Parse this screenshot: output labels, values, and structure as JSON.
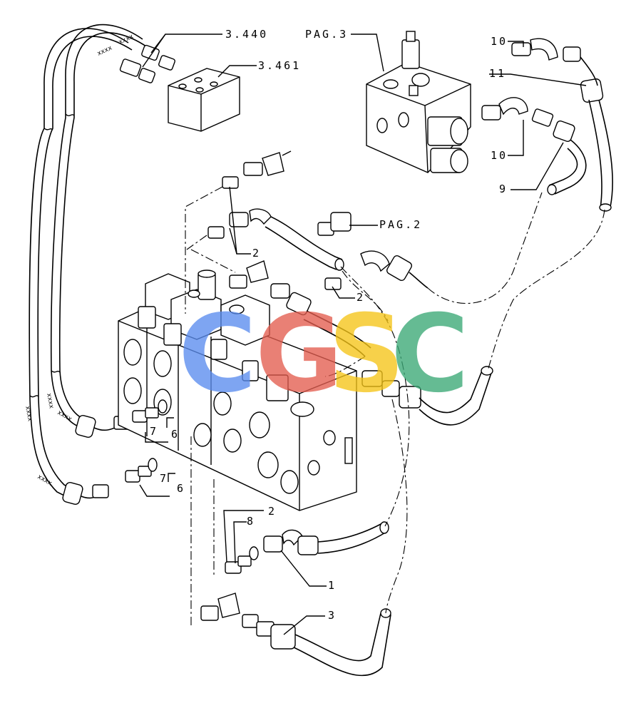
{
  "watermark": {
    "letters": [
      "C",
      "G",
      "S",
      "C"
    ],
    "colors": [
      "#5b8def",
      "#e35d4f",
      "#f5c518",
      "#3aa876"
    ]
  },
  "callouts": {
    "ref_3_440": "3.440",
    "ref_3_461": "3.461",
    "pag_3": "PAG.3",
    "pag_2": "PAG.2",
    "item_10_top": "10",
    "item_11": "11",
    "item_10_mid": "10",
    "item_9": "9",
    "item_2_a": "2",
    "item_2_b": "2",
    "item_7_a": "7",
    "item_6_a": "6",
    "item_7_b": "7",
    "item_6_b": "6",
    "item_8": "8",
    "item_2_c": "2",
    "item_1": "1",
    "item_3": "3"
  },
  "hose_marking": "xxxx"
}
